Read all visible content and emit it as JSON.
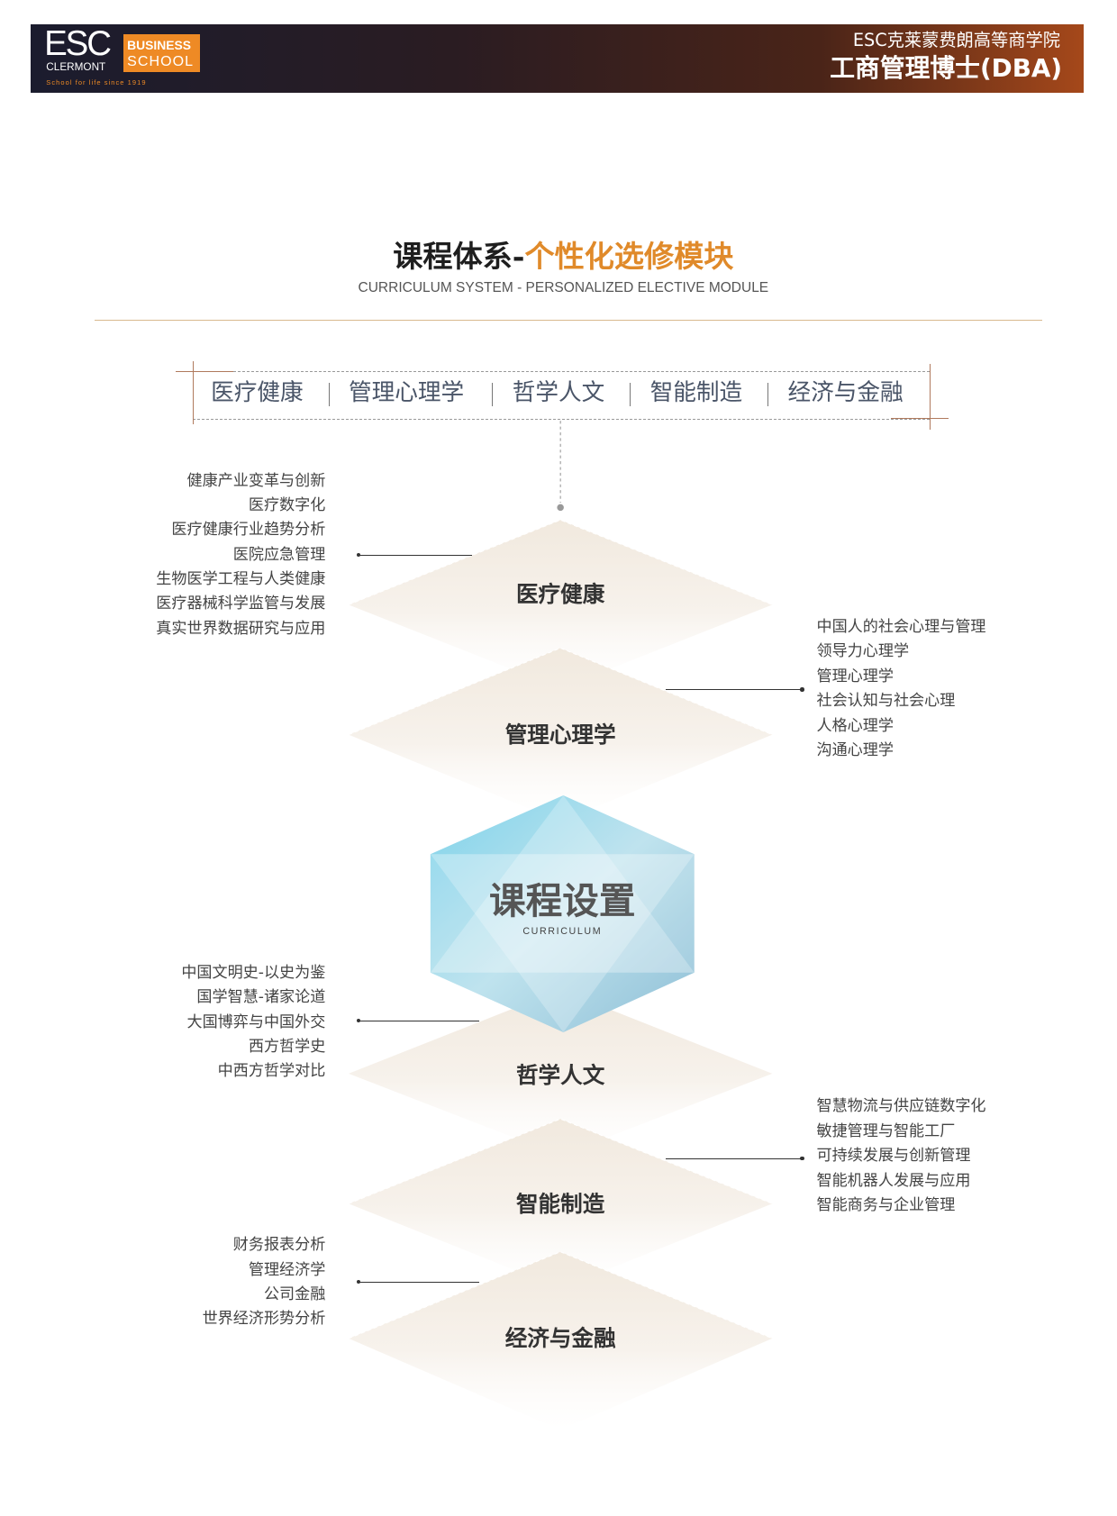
{
  "header": {
    "logo": {
      "esc": "ESC",
      "clermont": "CLERMONT",
      "business": "BUSINESS",
      "school": "SCHOOL",
      "tagline": "School for life since 1919"
    },
    "school_name": "ESC克莱蒙费朗高等商学院",
    "program": "工商管理博士(DBA)",
    "colors": {
      "dark": "#1b1c2e",
      "accent": "#a5481a",
      "orange": "#ee8a25"
    }
  },
  "title": {
    "part1": "课程体系-",
    "part2": "个性化选修模块",
    "subtitle": "CURRICULUM SYSTEM - PERSONALIZED ELECTIVE MODULE",
    "accent_color": "#e08a2a"
  },
  "categories": [
    "医疗健康",
    "管理心理学",
    "哲学人文",
    "智能制造",
    "经济与金融"
  ],
  "center": {
    "title": "课程设置",
    "subtitle": "CURRICULUM"
  },
  "modules": [
    {
      "name": "医疗健康",
      "courses": [
        "健康产业变革与创新",
        "医疗数字化",
        "医疗健康行业趋势分析",
        "医院应急管理",
        "生物医学工程与人类健康",
        "医疗器械科学监管与发展",
        "真实世界数据研究与应用"
      ]
    },
    {
      "name": "管理心理学",
      "courses": [
        "中国人的社会心理与管理",
        "领导力心理学",
        "管理心理学",
        "社会认知与社会心理",
        "人格心理学",
        "沟通心理学"
      ]
    },
    {
      "name": "哲学人文",
      "courses": [
        "中国文明史-以史为鉴",
        "国学智慧-诸家论道",
        "大国博弈与中国外交",
        "西方哲学史",
        "中西方哲学对比"
      ]
    },
    {
      "name": "智能制造",
      "courses": [
        "智慧物流与供应链数字化",
        "敏捷管理与智能工厂",
        "可持续发展与创新管理",
        "智能机器人发展与应用",
        "智能商务与企业管理"
      ]
    },
    {
      "name": "经济与金融",
      "courses": [
        "财务报表分析",
        "管理经济学",
        "公司金融",
        "世界经济形势分析"
      ]
    }
  ]
}
